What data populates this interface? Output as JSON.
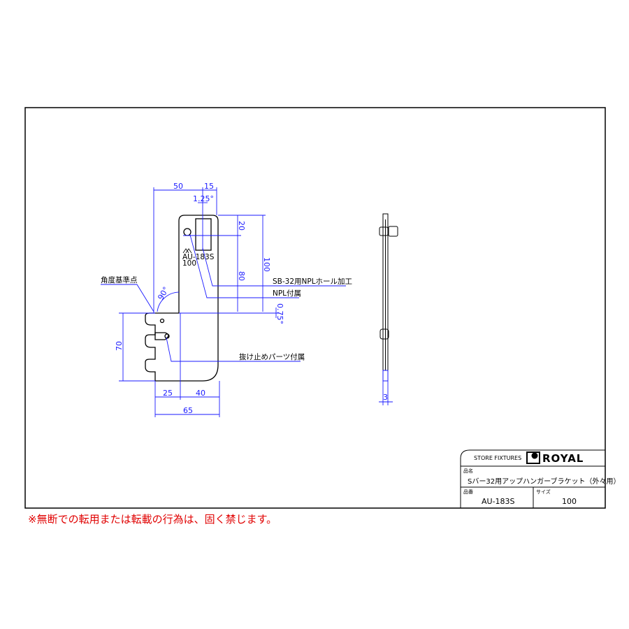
{
  "drawing": {
    "dimensions": {
      "d50": "50",
      "d15": "15",
      "angle_top": "1.25°",
      "d20": "20",
      "d80": "80",
      "d100": "100",
      "angle_side": "0.75°",
      "angle_base": "90°",
      "d70": "70",
      "d25": "25",
      "d40": "40",
      "d65": "65",
      "thickness": "3"
    },
    "callouts": {
      "reference_point": "角度基準点",
      "npl_hole": "SB-32用NPLホール加工",
      "npl_included": "NPL付属",
      "stopper_included": "抜け止めパーツ付属"
    },
    "stamp": {
      "model": "AU-183S",
      "size": "100"
    }
  },
  "title_block": {
    "brand_left": "STORE FIXTURES",
    "brand_right": "ROYAL",
    "name_label": "品名",
    "name_value": "Sバー32用アップハンガーブラケット（外々用）",
    "code_label": "品番",
    "code_value": "AU-183S",
    "size_label": "サイズ",
    "size_value": "100"
  },
  "notice": "※無断での転用または転載の行為は、固く禁じます。",
  "colors": {
    "dimension": "#1a1aff",
    "notice": "#e00000"
  }
}
